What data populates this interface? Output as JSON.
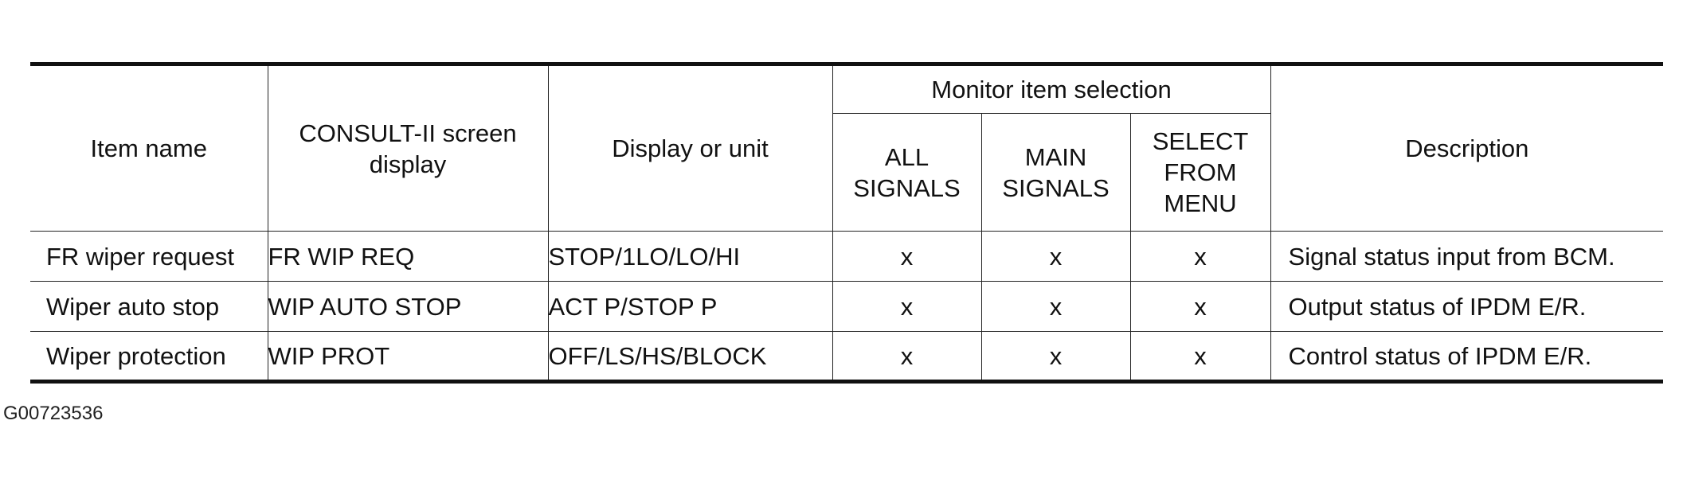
{
  "table": {
    "headers": {
      "item_name": "Item name",
      "consult_display": "CONSULT-II screen display",
      "display_unit": "Display or unit",
      "monitor_group": "Monitor item selection",
      "all_signals": "ALL SIGNALS",
      "main_signals": "MAIN SIGNALS",
      "select_from_menu": "SELECT FROM MENU",
      "description": "Description"
    },
    "rows": [
      {
        "item_name": "FR wiper request",
        "consult_display": "FR WIP REQ",
        "display_unit": "STOP/1LO/LO/HI",
        "all_signals": "x",
        "main_signals": "x",
        "select_from_menu": "x",
        "description": "Signal status input from BCM."
      },
      {
        "item_name": "Wiper auto stop",
        "consult_display": "WIP AUTO STOP",
        "display_unit": "ACT P/STOP P",
        "all_signals": "x",
        "main_signals": "x",
        "select_from_menu": "x",
        "description": "Output status of IPDM E/R."
      },
      {
        "item_name": "Wiper protection",
        "consult_display": "WIP PROT",
        "display_unit": "OFF/LS/HS/BLOCK",
        "all_signals": "x",
        "main_signals": "x",
        "select_from_menu": "x",
        "description": "Control status of IPDM E/R."
      }
    ]
  },
  "footer": {
    "code": "G00723536"
  }
}
